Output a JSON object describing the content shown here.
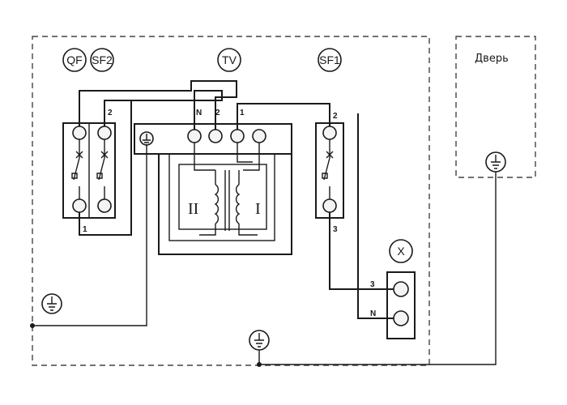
{
  "components": {
    "qf": "QF",
    "sf2": "SF2",
    "tv": "TV",
    "sf1": "SF1",
    "x": "X",
    "door": "Дверь"
  },
  "transformer": {
    "secondary": "II",
    "primary": "I"
  },
  "terminal_labels": {
    "tv_n": "N",
    "tv_2": "2",
    "tv_1": "1",
    "sf2_2": "2",
    "qf_1": "1",
    "sf1_2": "2",
    "sf1_3": "3",
    "x_3": "3",
    "x_n": "N"
  }
}
